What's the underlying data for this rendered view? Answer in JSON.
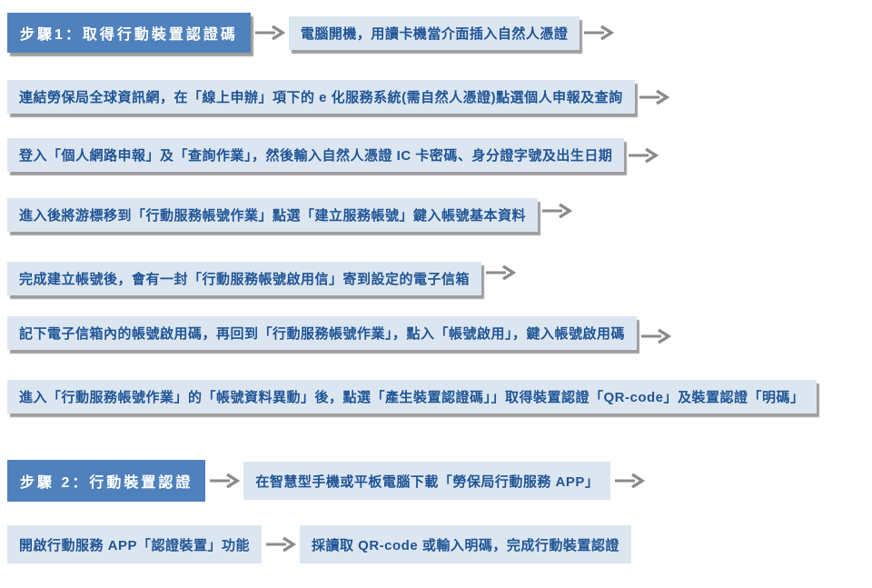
{
  "colors": {
    "step_bg": "#4f81bd",
    "step_text": "#ffffff",
    "task_bg": "#dce6f1",
    "task_text": "#1f5596",
    "arrow": "#8a8a8a",
    "shadow": "#9e9e9e"
  },
  "icons": {
    "flow_arrow": "arrow-right-icon"
  },
  "diagram": {
    "step1": {
      "title": "步驟1：取得行動裝置認證碼",
      "tasks": [
        "電腦開機，用讀卡機當介面插入自然人憑證",
        "連結勞保局全球資訊網，在「線上申辦」項下的 e 化服務系統(需自然人憑證)點選個人申報及查詢",
        "登入「個人網路申報」及「查詢作業」，然後輸入自然人憑證 IC 卡密碼、身分證字號及出生日期",
        "進入後將游標移到「行動服務帳號作業」點選「建立服務帳號」鍵入帳號基本資料",
        "完成建立帳號後，會有一封「行動服務帳號啟用信」寄到設定的電子信箱",
        "記下電子信箱內的帳號啟用碼，再回到「行動服務帳號作業」，點入「帳號啟用」，鍵入帳號啟用碼",
        "進入「行動服務帳號作業」的「帳號資料異動」後，點選「產生裝置認證碼」」取得裝置認證「QR-code」及裝置認證「明碼」"
      ]
    },
    "step2": {
      "title": "步驟 2：行動裝置認證",
      "tasks": [
        "在智慧型手機或平板電腦下載「勞保局行動服務 APP」",
        "開啟行動服務 APP「認證裝置」功能",
        "採讀取 QR-code 或輸入明碼，完成行動裝置認證"
      ]
    }
  }
}
